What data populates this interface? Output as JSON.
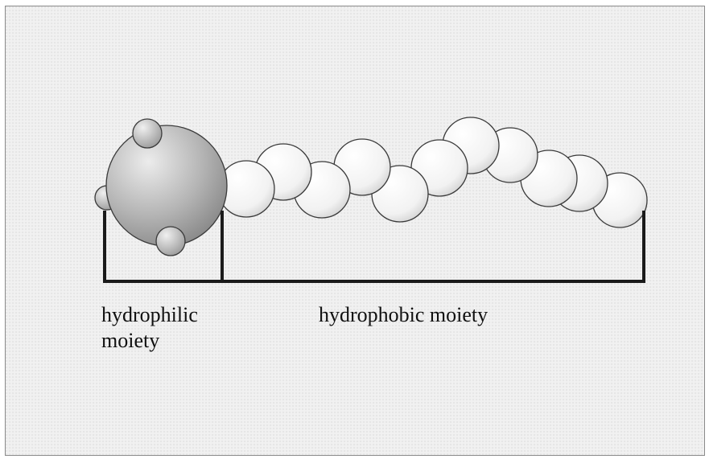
{
  "labels": {
    "hydrophilic_line1": "hydrophilic",
    "hydrophilic_line2": "moiety",
    "hydrophobic": "hydrophobic moiety"
  },
  "colors": {
    "head_light": "#e6e6e6",
    "head_dark": "#8e8e8e",
    "tail_light": "#ffffff",
    "tail_dark": "#c9c9c9",
    "outline": "#3a3a3a",
    "bracket": "#1a1a1a"
  }
}
